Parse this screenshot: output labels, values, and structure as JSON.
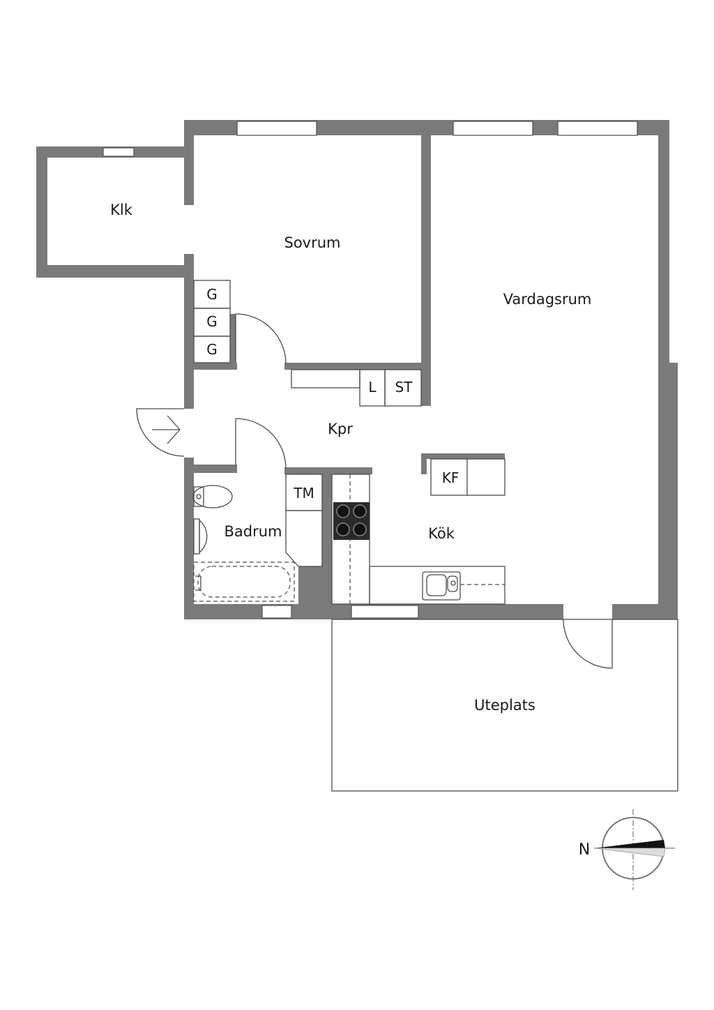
{
  "rooms": {
    "klk": "Klk",
    "sovrum": "Sovrum",
    "vardagsrum": "Vardagsrum",
    "kpr": "Kpr",
    "badrum": "Badrum",
    "kok": "Kök",
    "uteplats": "Uteplats"
  },
  "fixtures": {
    "wardrobe_1": "G",
    "wardrobe_2": "G",
    "wardrobe_3": "G",
    "linen": "L",
    "storage": "ST",
    "washing_machine": "TM",
    "fridge_freezer": "KF"
  },
  "compass": {
    "north_label": "N"
  },
  "colors": {
    "wall": "#7a7a7a",
    "line": "#4a4a4a",
    "background": "#ffffff"
  }
}
